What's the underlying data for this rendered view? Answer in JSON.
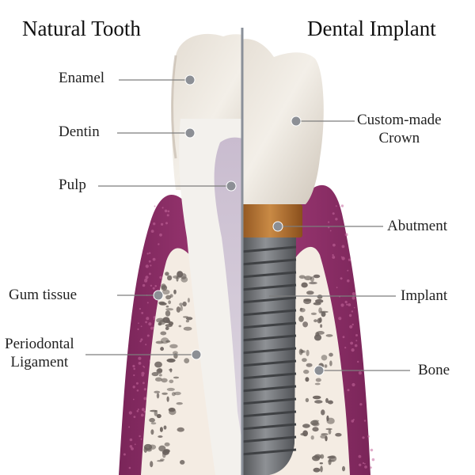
{
  "titles": {
    "left": "Natural Tooth",
    "right": "Dental Implant"
  },
  "labels": {
    "enamel": "Enamel",
    "dentin": "Dentin",
    "pulp": "Pulp",
    "gum_tissue": "Gum tissue",
    "periodontal_line1": "Periodontal",
    "periodontal_line2": "Ligament",
    "crown_line1": "Custom-made",
    "crown_line2": "Crown",
    "abutment": "Abutment",
    "implant": "Implant",
    "bone": "Bone"
  },
  "colors": {
    "gum": "#a23a78",
    "gum_dark": "#6e1f52",
    "bone": "#f5eee6",
    "bone_pore": "#6a625d",
    "enamel": "#ece6de",
    "root": "#f2f0ec",
    "pulp": "#cbbfd4",
    "abutment": "#b06a2a",
    "implant_metal": "#6d6f72",
    "leader_line": "#7d7d7d",
    "pointer_dot": "#8c8f95",
    "divider": "#8a9099"
  }
}
